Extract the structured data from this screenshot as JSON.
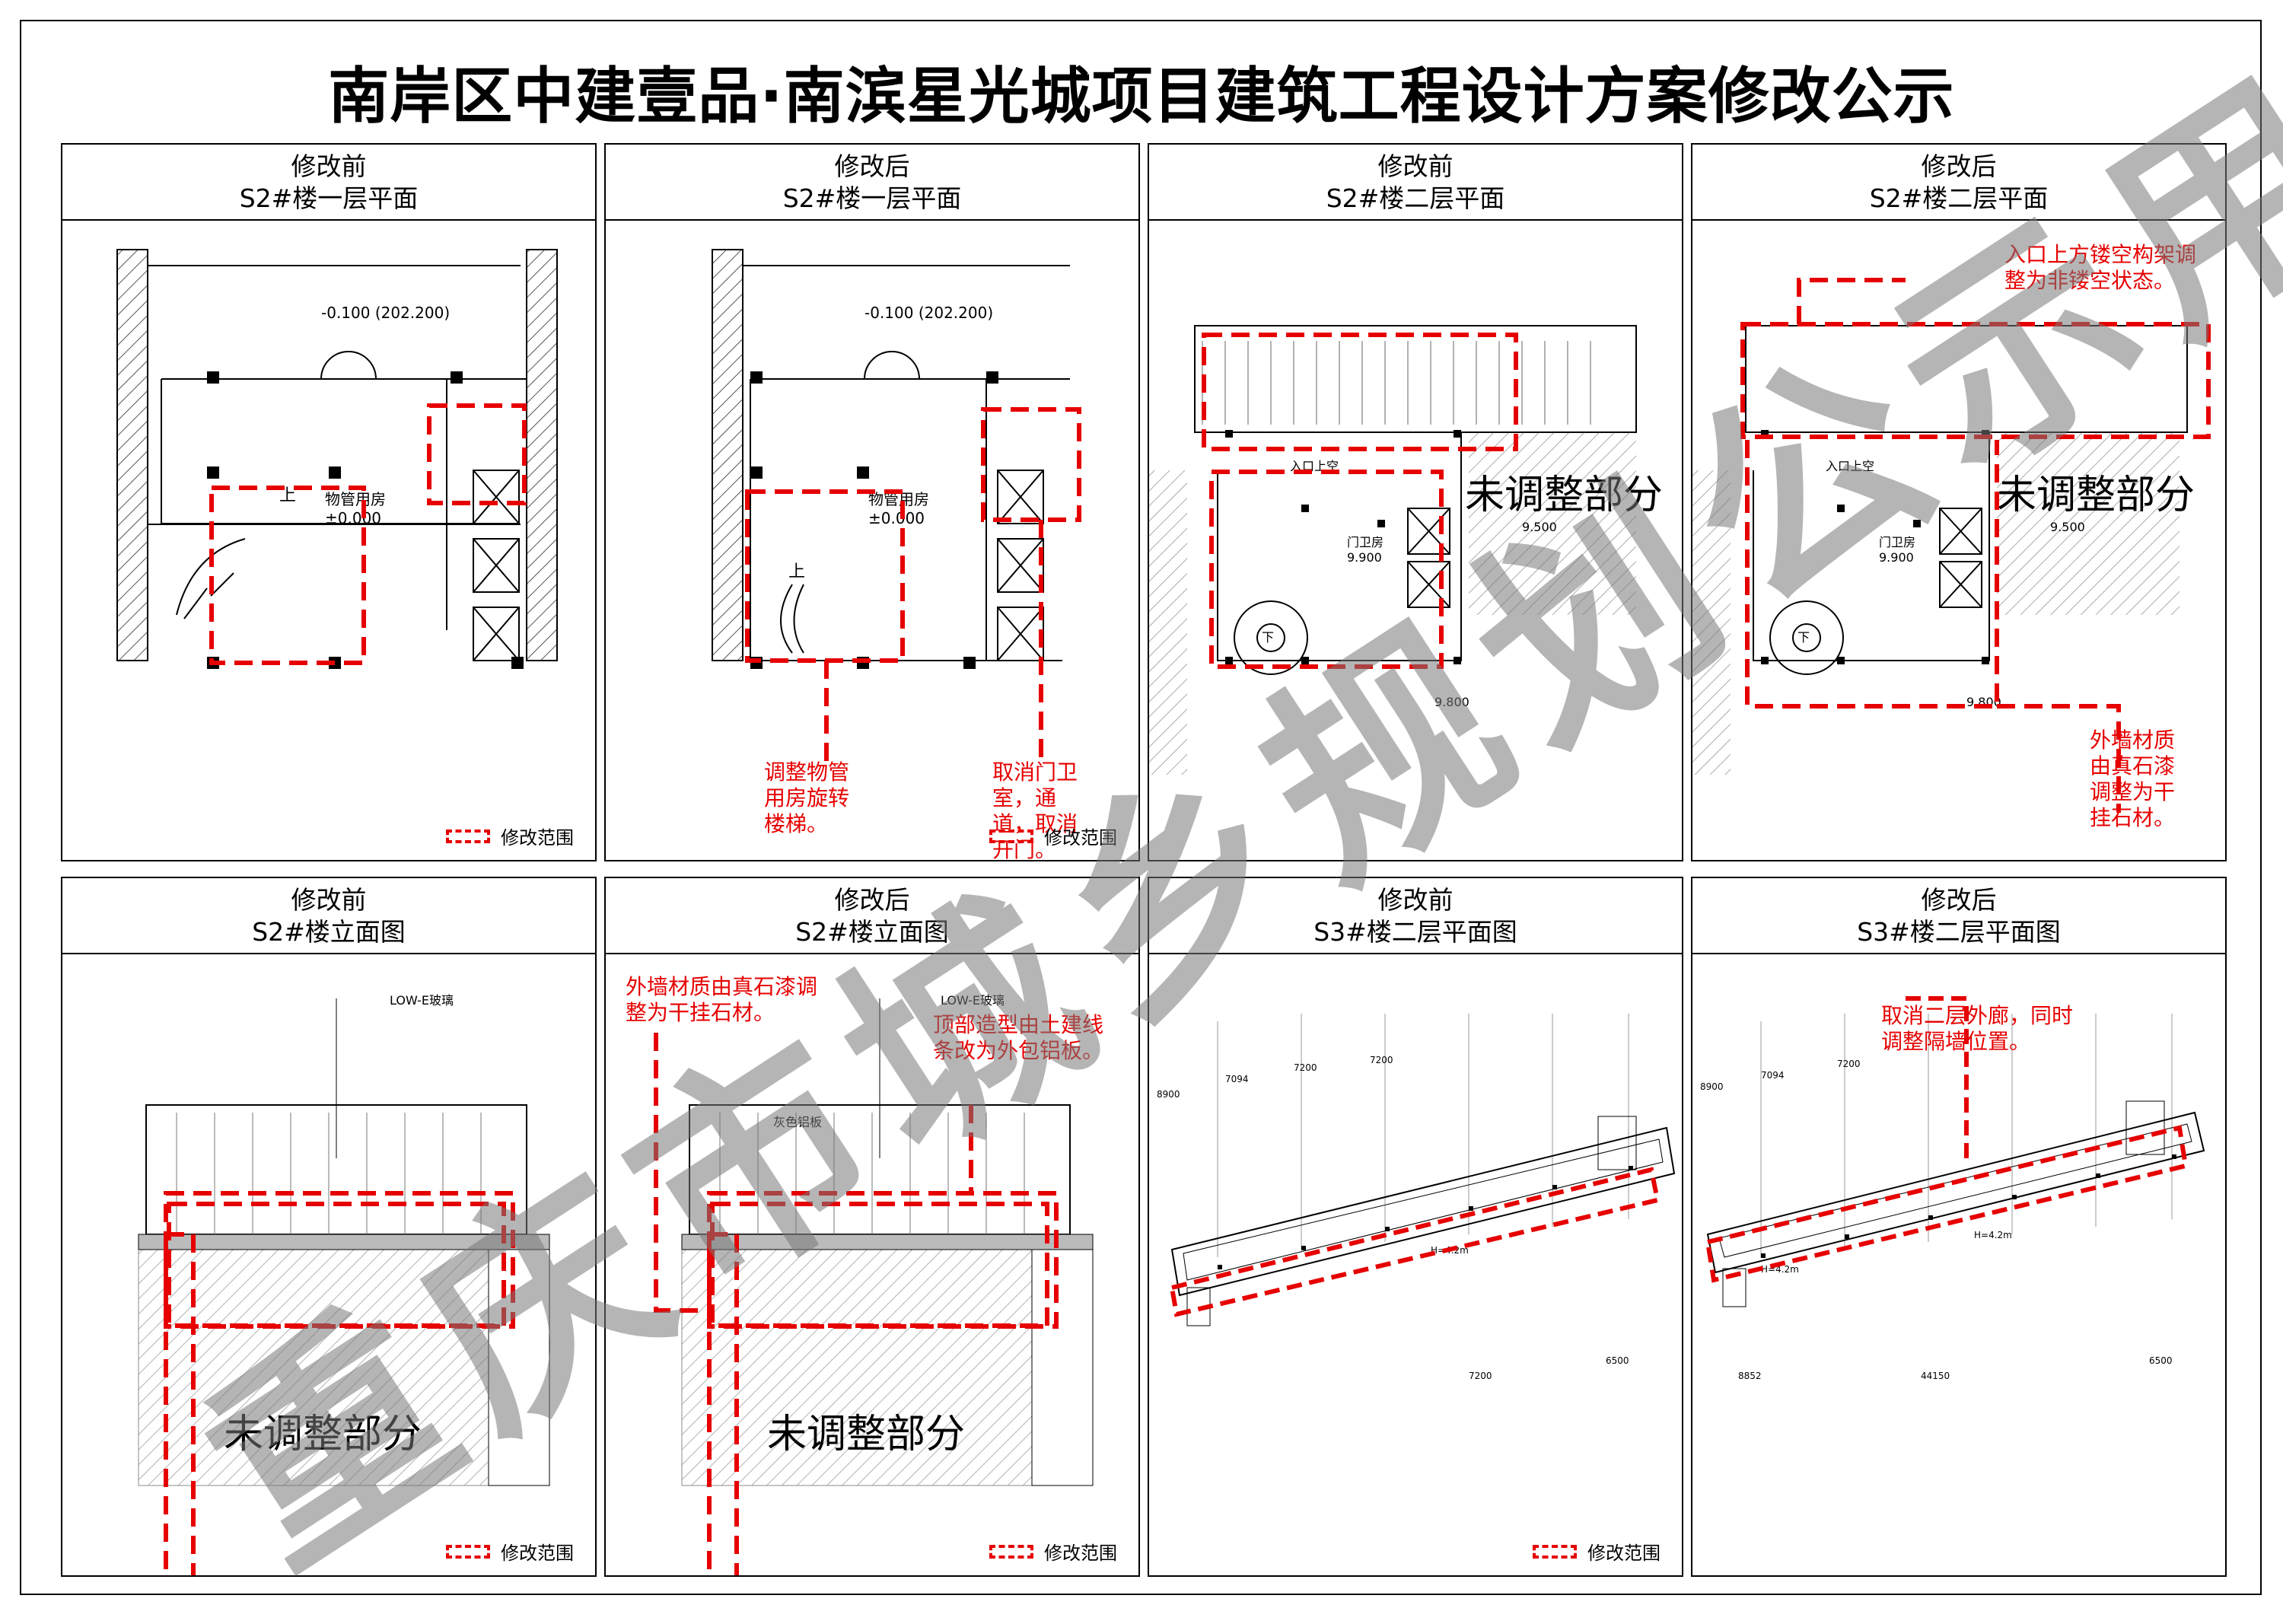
{
  "title": "南岸区中建壹品·南滨星光城项目建筑工程设计方案修改公示",
  "watermark": "重庆市城乡规划公示用图",
  "legend_label": "修改范围",
  "panels": [
    {
      "status": "修改前",
      "name": "S2#楼一层平面"
    },
    {
      "status": "修改后",
      "name": "S2#楼一层平面"
    },
    {
      "status": "修改前",
      "name": "S2#楼二层平面"
    },
    {
      "status": "修改后",
      "name": "S2#楼二层平面"
    },
    {
      "status": "修改前",
      "name": "S2#楼立面图"
    },
    {
      "status": "修改后",
      "name": "S2#楼立面图"
    },
    {
      "status": "修改前",
      "name": "S3#楼二层平面图"
    },
    {
      "status": "修改后",
      "name": "S3#楼二层平面图"
    }
  ],
  "drawing_labels": {
    "level_1": "-0.100 (202.200)",
    "room": "物管用房",
    "room_level": "±0.000",
    "up": "上",
    "down": "下",
    "entrance": "入口上空",
    "guard": "门卫房",
    "l_9900": "9.900",
    "l_9500": "9.500",
    "l_9800": "9.800",
    "unadjusted": "未调整部分",
    "low_e": "LOW-E玻璃",
    "grey_al": "灰色铝板",
    "h42": "H=4.2m",
    "d7200": "7200",
    "d6500": "6500",
    "d8900": "8900",
    "d7094": "7094",
    "d44150": "44150",
    "d8852": "8852"
  },
  "notes": {
    "p2_stair": "调整物管用房旋转楼梯。",
    "p2_guard": "取消门卫室，通道，取消开门。",
    "p4_frame": "入口上方镂空构架调整为非镂空状态。",
    "p4_wall": "外墙材质由真石漆调整为干挂石材。",
    "p6_wall": "外墙材质由真石漆调整为干挂石材。",
    "p6_top": "顶部造型由土建线条改为外包铝板。",
    "p8_corridor": "取消二层外廊，同时调整隔墙位置。"
  },
  "colors": {
    "mark": "#e60000",
    "hatch": "#555555",
    "line": "#000000"
  }
}
